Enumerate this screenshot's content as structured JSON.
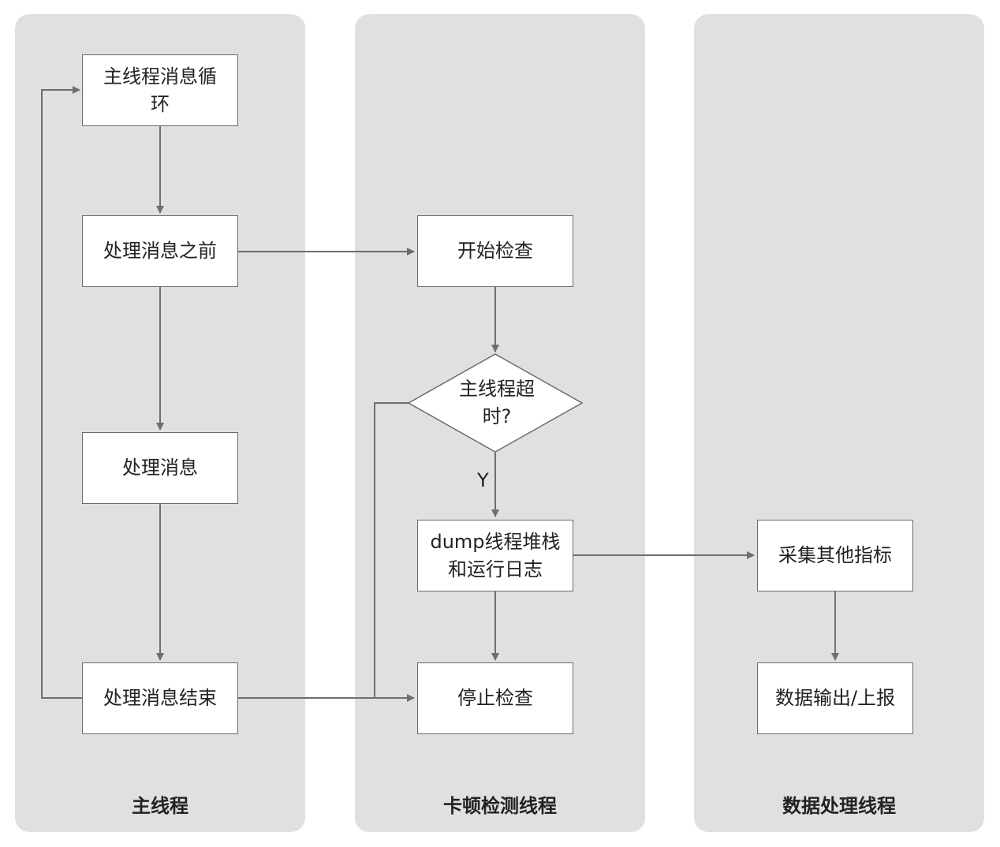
{
  "lanes": {
    "main": "主线程",
    "detect": "卡顿检测线程",
    "data": "数据处理线程"
  },
  "nodes": {
    "loop": "主线程消息循环",
    "before": "处理消息之前",
    "process": "处理消息",
    "end": "处理消息结束",
    "start_check": "开始检查",
    "timeout": "主线程超时?",
    "dump": "dump线程堆栈和运行日志",
    "stop_check": "停止检查",
    "collect": "采集其他指标",
    "output": "数据输出/上报"
  },
  "edge_labels": {
    "yes": "Y"
  },
  "colors": {
    "lane_bg": "#e0e0e0",
    "box_border": "#6b6b6b",
    "arrow": "#6e6e6e"
  }
}
